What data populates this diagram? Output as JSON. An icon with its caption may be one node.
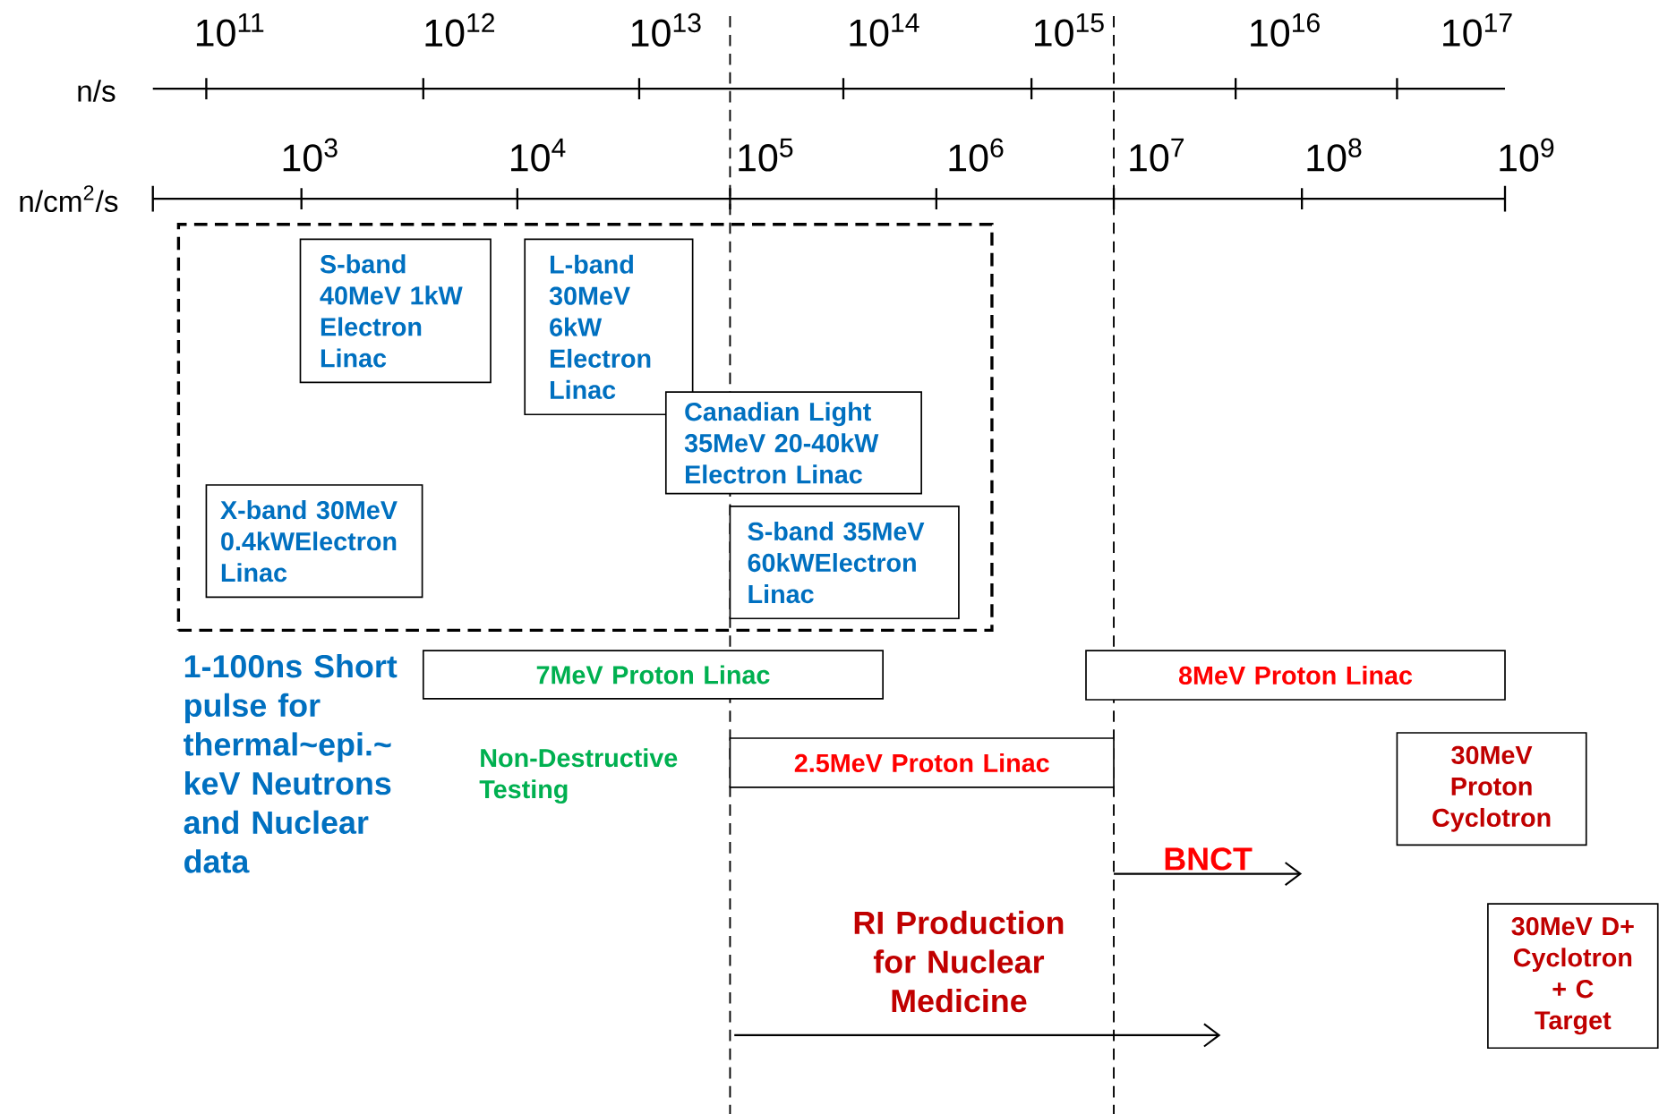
{
  "diagram": {
    "nodes": [
      {
        "text": [],
        "shape": "box"
      },
      {
        "text": [
          "S-band 40MeV 1kW Electron Linac"
        ],
        "in": 0
      },
      {
        "text": [
          "L-band 30MeV 6kW Electron Linac"
        ],
        "in": 0
      },
      {
        "text": [
          "Canadian Light 35MeV 20-40kW Electron Linac"
        ],
        "in": 0
      },
      {
        "text": [
          "X-band 30MeV 0.4kWElectron Linac"
        ],
        "in": 0
      },
      {
        "text": [
          "S-band 35MeV 60kWElectron Linac"
        ],
        "in": 0
      },
      {
        "text": [
          "7MeV Proton Linac"
        ]
      },
      {
        "text": [
          "8MeV Proton Linac"
        ]
      },
      {
        "text": [
          "2.5MeV Proton Linac"
        ]
      },
      {
        "text": [
          "30MeV Proton Cyclotron"
        ]
      },
      {
        "text": [
          "30MeV D+ Cyclotron + C Target"
        ]
      }
    ],
    "labels": [
      "10$^{11}$",
      "10$^{12}$",
      "10$^{13}$",
      "10$^{14}$",
      "10$^{15}$",
      "10$^{16}$",
      "10$^{17}$",
      "n/s",
      "10$^{3}$",
      "10$^{4}$",
      "10$^{5}$",
      "10$^{6}$",
      "10$^{7}$",
      "10$^{8}$",
      "10$^{9}$",
      "n/cm$^{2}$/s",
      "1-100ns Short pulse for thermal~epi.~ keV Neutrons and Nuclear data",
      "Non-Destructive Testing",
      "BNCT",
      "RI Production for Nuclear Medicine"
    ]
  }
}
